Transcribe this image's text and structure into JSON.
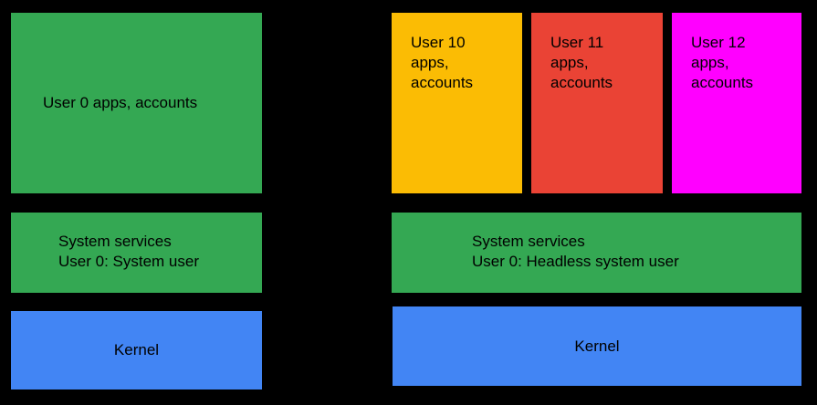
{
  "canvas": {
    "background": "#000000"
  },
  "colors": {
    "green": "#34A853",
    "yellow": "#FBBC04",
    "red": "#EA4335",
    "magenta": "#FF00FF",
    "blue": "#4285F4",
    "text": "#000000"
  },
  "left_stack": {
    "apps_block": {
      "label": "User 0 apps, accounts",
      "color": "#34A853"
    },
    "system_block": {
      "line1": "System services",
      "line2": "User 0: System user",
      "color": "#34A853"
    },
    "kernel_block": {
      "label": "Kernel",
      "color": "#4285F4"
    }
  },
  "right_stack": {
    "user_blocks": [
      {
        "label": "User 10 apps, accounts",
        "color": "#FBBC04"
      },
      {
        "label": "User 11 apps, accounts",
        "color": "#EA4335"
      },
      {
        "label": "User 12 apps, accounts",
        "color": "#FF00FF"
      }
    ],
    "system_block": {
      "line1": "System services",
      "line2": "User 0: Headless system user",
      "color": "#34A853"
    },
    "kernel_block": {
      "label": "Kernel",
      "color": "#4285F4"
    }
  }
}
